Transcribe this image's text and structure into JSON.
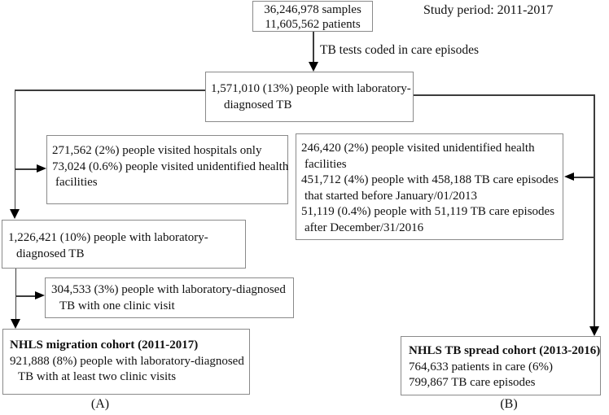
{
  "study_period": "Study period: 2011-2017",
  "flow_label": "TB tests coded in care episodes",
  "panel_labels": {
    "left": "(A)",
    "right": "(B)"
  },
  "boxes": {
    "samples": {
      "line1": "36,246,978 samples",
      "line2": "11,605,562 patients"
    },
    "lab_diagnosed": {
      "line1": "1,571,010 (13%) people with laboratory-",
      "line2": "diagnosed TB"
    },
    "hospitals_only": {
      "line1": "271,562 (2%) people visited hospitals only",
      "line2": "73,024 (0.6%) people visited unidentified health",
      "line3": "facilities"
    },
    "unidentified": {
      "line1": "246,420 (2%) people visited unidentified health",
      "line2": "facilities",
      "line3": "451,712 (4%) people with 458,188 TB care episodes",
      "line4": "that started before January/01/2013",
      "line5": "51,119 (0.4%) people with 51,119 TB care episodes",
      "line6": "after December/31/2016"
    },
    "lab_diagnosed_2": {
      "line1": "1,226,421 (10%) people with laboratory-",
      "line2": "diagnosed TB"
    },
    "one_visit": {
      "line1": "304,533 (3%) people with laboratory-diagnosed",
      "line2": "TB with one clinic visit"
    },
    "migration_cohort": {
      "title": "NHLS migration cohort (2011-2017)",
      "line1": "921,888 (8%) people with laboratory-diagnosed",
      "line2": "TB with at least two clinic visits"
    },
    "spread_cohort": {
      "title": "NHLS TB spread cohort (2013-2016)",
      "line1": "764,633 patients in care (6%)",
      "line2": "799,867 TB care episodes"
    }
  },
  "colors": {
    "background": "#ffffff",
    "box_border": "#8a8a8a",
    "connector_line": "#3c3c3c",
    "arrowhead": "#000000",
    "text": "#111111"
  }
}
